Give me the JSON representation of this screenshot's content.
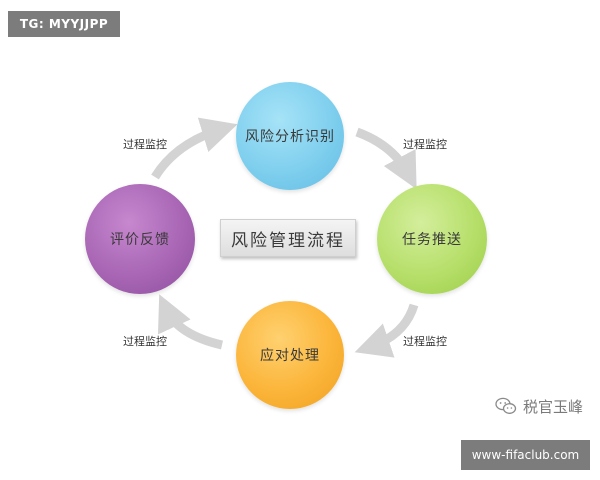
{
  "header": {
    "tag_text": "TG: MYYJJPP"
  },
  "diagram": {
    "center_title": "风险管理流程",
    "nodes": [
      {
        "label": "风险分析识别",
        "color": "#7fcfee"
      },
      {
        "label": "任务推送",
        "color": "#b6df6a"
      },
      {
        "label": "应对处理",
        "color": "#fbb53a"
      },
      {
        "label": "评价反馈",
        "color": "#a866b4"
      }
    ],
    "edge_labels": [
      "过程监控",
      "过程监控",
      "过程监控",
      "过程监控"
    ],
    "arrow_color": "#d3d3d3"
  },
  "watermark": {
    "text": "税官玉峰",
    "icon": "wechat-icon"
  },
  "footer": {
    "badge_text": "www-fifaclub.com"
  }
}
